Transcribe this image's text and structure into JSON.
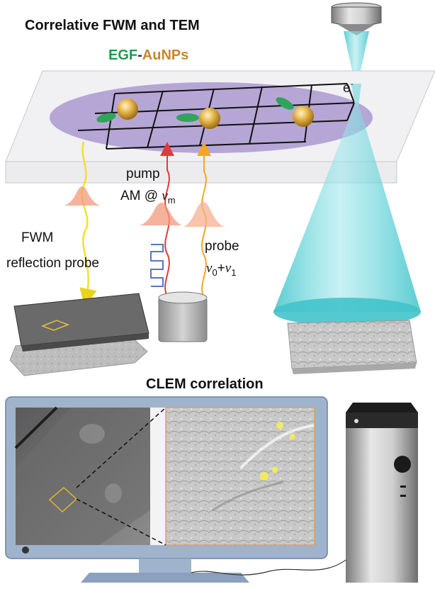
{
  "titles": {
    "top": "Correlative FWM and TEM",
    "bottom": "CLEM correlation"
  },
  "sample": {
    "egf": "EGF",
    "dash": "-",
    "aunps": "AuNPs",
    "egf_color": "#1f9a4b",
    "aunps_color": "#c8862a",
    "ellipse_color": "#b6a6d6"
  },
  "beams": {
    "electron": "e",
    "electron_sup": "-",
    "pump_line1": "pump",
    "pump_line2": "AM @ ",
    "pump_nu": "ν",
    "pump_sub": "m",
    "probe_line1": "probe",
    "probe_nu0": "ν",
    "probe_sub0": "0",
    "probe_plus": "+",
    "probe_nu1": "ν",
    "probe_sub1": "1",
    "fwm_line1": "FWM",
    "fwm_line2": "reflection probe",
    "pump_color": "#e23a3a",
    "probe_color": "#f5a623",
    "fwm_color": "#f2e12a",
    "electron_beam_color": "#63d2d8"
  }
}
